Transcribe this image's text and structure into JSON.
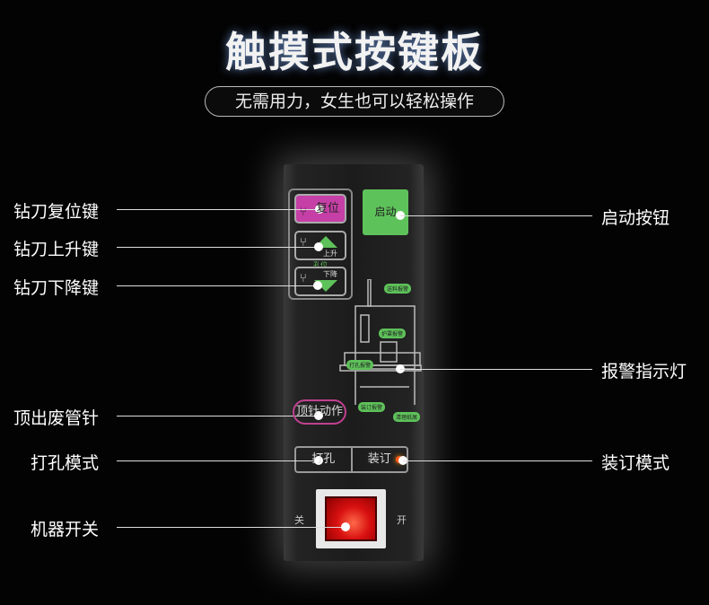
{
  "header": {
    "title": "触摸式按键板",
    "subtitle": "无需用力，女生也可以轻松操作"
  },
  "panel": {
    "reset_key": "复位",
    "up_key": "上升",
    "hole_label": "孔位",
    "down_key": "下降",
    "start_key": "启动",
    "alarms": [
      "送料报警",
      "护罩报警",
      "打孔报警",
      "装订报警",
      "清理纸屑"
    ],
    "eject_key": "顶针动作",
    "mode_punch": "打孔",
    "mode_bind": "装订",
    "switch_off": "关",
    "switch_on": "开"
  },
  "callouts_left": [
    "钻刀复位键",
    "钻刀上升键",
    "钻刀下降键",
    "顶出废管针",
    "打孔模式",
    "机器开关"
  ],
  "callouts_right": [
    "启动按钮",
    "报警指示灯",
    "装订模式"
  ]
}
